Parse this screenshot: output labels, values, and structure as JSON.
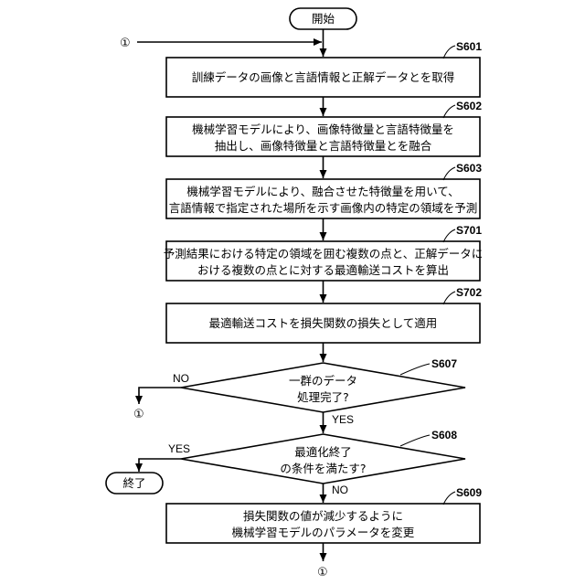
{
  "start": "開始",
  "end": "終了",
  "connector": "①",
  "steps": [
    {
      "id": "S601",
      "lines": [
        "訓練データの画像と言語情報と正解データとを取得"
      ]
    },
    {
      "id": "S602",
      "lines": [
        "機械学習モデルにより、画像特徴量と言語特徴量を",
        "抽出し、画像特徴量と言語特徴量とを融合"
      ]
    },
    {
      "id": "S603",
      "lines": [
        "機械学習モデルにより、融合させた特徴量を用いて、",
        "言語情報で指定された場所を示す画像内の特定の領域を予測"
      ]
    },
    {
      "id": "S701",
      "lines": [
        "予測結果における特定の領域を囲む複数の点と、正解データに",
        "おける複数の点とに対する最適輸送コストを算出"
      ]
    },
    {
      "id": "S702",
      "lines": [
        "最適輸送コストを損失関数の損失として適用"
      ]
    }
  ],
  "decisions": [
    {
      "id": "S607",
      "lines": [
        "一群のデータ",
        "処理完了?"
      ],
      "no_label": "NO",
      "yes_label": "YES"
    },
    {
      "id": "S608",
      "lines": [
        "最適化終了",
        "の条件を満たす?"
      ],
      "yes_label": "YES",
      "no_label": "NO"
    }
  ],
  "final_step": {
    "id": "S609",
    "lines": [
      "損失関数の値が減少するように",
      "機械学習モデルのパラメータを変更"
    ]
  }
}
